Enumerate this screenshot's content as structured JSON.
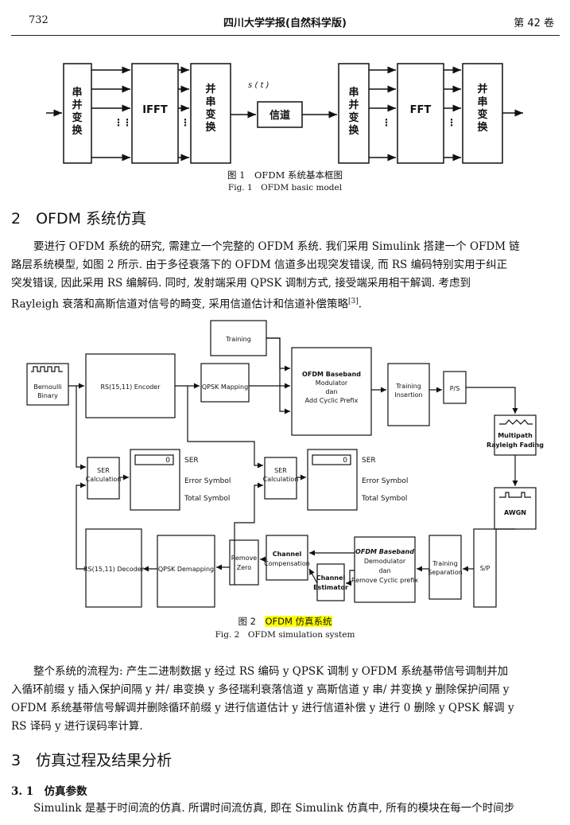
{
  "header": {
    "page_number": "732",
    "journal": "四川大学学报(自然科学版)",
    "volume": "第 42 卷"
  },
  "fig1": {
    "blocks": {
      "sp1": [
        "串",
        "并",
        "变",
        "换"
      ],
      "ifft": "IFFT",
      "ps1": [
        "并",
        "串",
        "变",
        "换"
      ],
      "channel": "信道",
      "signal": "s ( t )",
      "sp2": [
        "串",
        "并",
        "变",
        "换"
      ],
      "fft": "FFT",
      "ps2": [
        "并",
        "串",
        "变",
        "换"
      ]
    },
    "caption_cn": "图 1　OFDM 系统基本框图",
    "caption_en": "Fig. 1　OFDM basic model"
  },
  "section2": {
    "heading": "2　OFDM 系统仿真",
    "para1_lines": [
      "要进行 OFDM 系统的研究, 需建立一个完整的 OFDM 系统. 我们采用 Simulink 搭建一个 OFDM 链",
      "路层系统模型, 如图 2 所示. 由于多径衰落下的 OFDM 信道多出现突发错误, 而 RS 编码特别实用于纠正",
      "突发错误, 因此采用 RS 编解码. 同时, 发射端采用 QPSK 调制方式, 接受端采用相干解调. 考虑到",
      "Rayleigh 衰落和高斯信道对信号的畸变, 采用信道估计和信道补偿策略"
    ],
    "citation": "[3]"
  },
  "fig2": {
    "training": "Training",
    "bernoulli": [
      "Bernoulli",
      "Binary"
    ],
    "rs_encoder": "RS(15,11) Encoder",
    "qpsk_mapping": "QPSK Mapping",
    "ofdm_mod": [
      "OFDM Baseband",
      "Modulator",
      "dan",
      "Add Cyclic Prefix"
    ],
    "training_insertion": [
      "Training",
      "Insertion"
    ],
    "ps": "P/S",
    "multipath": [
      "Multipath",
      "Rayleigh Fading"
    ],
    "awgn": "AWGN",
    "sp": "S/P",
    "training_separation": [
      "Training",
      "Separation"
    ],
    "ofdm_demod": [
      "OFDM Baseband",
      "Demodulator",
      "dan",
      "Remove Cyclic prefix"
    ],
    "channel_estimator": [
      "Channel",
      "Estimator"
    ],
    "channel_comp": [
      "Channel",
      "Compensation"
    ],
    "remove_zero": [
      "Remove",
      "Zero"
    ],
    "qpsk_demapping": "QPSK Demapping",
    "rs_decoder": "RS(15,11) Decoder",
    "ser1": [
      "SER",
      "Calculation"
    ],
    "ser2": [
      "SER",
      "Calculation"
    ],
    "display_value1": "0",
    "display_value2": "0",
    "disp_labels": [
      "SER",
      "Error Symbol",
      "Total Symbol"
    ],
    "caption_cn": "图 2　OFDM 仿真系统",
    "caption_cn_prefix": "图 2　",
    "caption_cn_highlight": "OFDM 仿真系统",
    "caption_en": "Fig. 2　OFDM simulation system"
  },
  "flow_lines": [
    "整个系统的流程为: 产生二进制数据 y 经过 RS 编码 y QPSK 调制 y OFDM 系统基带信号调制并加",
    "入循环前缀 y 插入保护间隔 y 并/ 串变换 y 多径瑞利衰落信道 y 高斯信道 y 串/ 并变换 y 删除保护间隔 y",
    "OFDM 系统基带信号解调并删除循环前缀 y 进行信道估计 y 进行信道补偿 y 进行 0 删除 y QPSK 解调 y",
    "RS 译码 y 进行误码率计算."
  ],
  "section3": {
    "heading": "3　仿真过程及结果分析",
    "sub_heading": "3. 1　仿真参数",
    "para": "Simulink 是基于时间流的仿真. 所谓时间流仿真, 即在 Simulink 仿真中, 所有的模块在每一个时间步"
  }
}
